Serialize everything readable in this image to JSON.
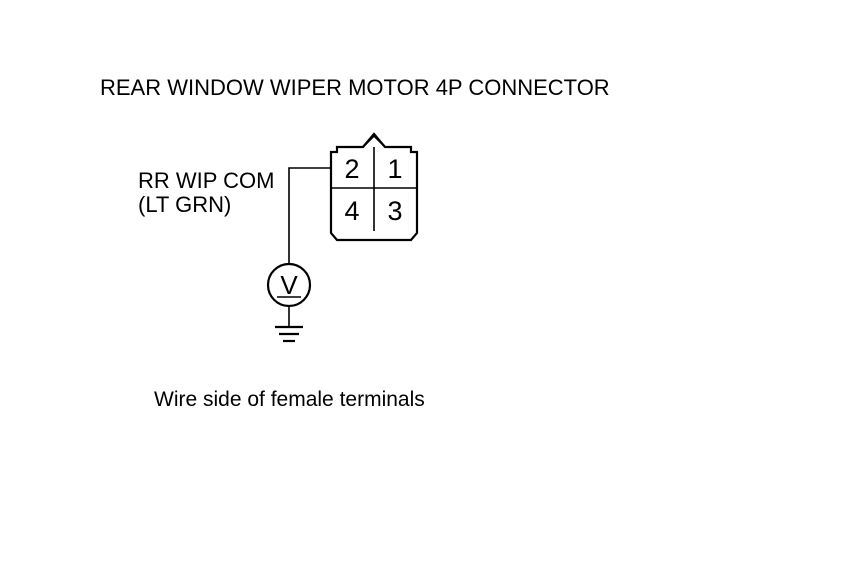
{
  "title": "REAR WINDOW WIPER MOTOR 4P CONNECTOR",
  "wire": {
    "name": "RR WIP COM",
    "color_label": "(LT GRN)"
  },
  "connector": {
    "pins": [
      "2",
      "1",
      "4",
      "3"
    ]
  },
  "meter": {
    "symbol": "V",
    "icon": "voltmeter-icon"
  },
  "ground": {
    "icon": "ground-icon"
  },
  "caption": "Wire side of female terminals",
  "colors": {
    "line": "#000000",
    "background": "#ffffff"
  }
}
